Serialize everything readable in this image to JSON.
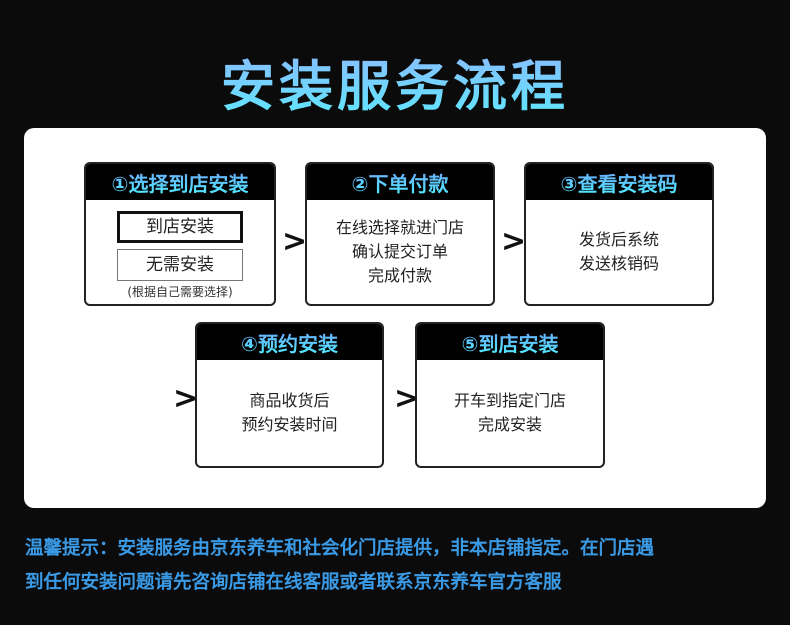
{
  "title": "安装服务流程",
  "steps": [
    {
      "header": "①选择到店安装",
      "options": [
        "到店安装",
        "无需安装"
      ],
      "note": "(根据自己需要选择)"
    },
    {
      "header": "②下单付款",
      "lines": [
        "在线选择就进门店",
        "确认提交订单",
        "完成付款"
      ]
    },
    {
      "header": "③查看安装码",
      "lines": [
        "发货后系统",
        "发送核销码"
      ]
    },
    {
      "header": "④预约安装",
      "lines": [
        "商品收货后",
        "预约安装时间"
      ]
    },
    {
      "header": "⑤到店安装",
      "lines": [
        "开车到指定门店",
        "完成安装"
      ]
    }
  ],
  "arrow": ">",
  "footer": [
    "温馨提示：安装服务由京东养车和社会化门店提供，非本店铺指定。在门店遇",
    "到任何安装问题请先咨询店铺在线客服或者联系京东养车官方客服"
  ]
}
